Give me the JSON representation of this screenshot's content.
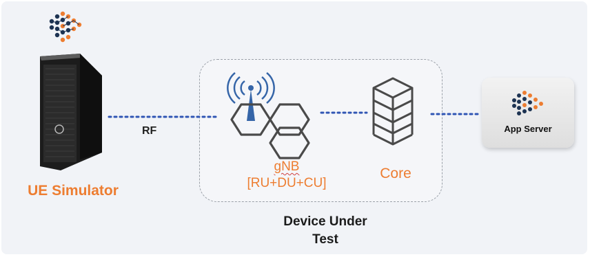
{
  "diagram": {
    "ue_label": "UE Simulator",
    "rf_label": "RF",
    "gnb_label": "gNB",
    "gnb_sub_label": "[RU+DU+CU]",
    "core_label": "Core",
    "dut_label_line1": "Device Under",
    "dut_label_line2": "Test",
    "app_server_label": "App Server"
  },
  "colors": {
    "accent_orange": "#ed7d31",
    "link_blue": "#2f55b4",
    "logo_navy": "#1d3352",
    "icon_gray": "#4a4a4a",
    "antenna_blue": "#3565a8"
  },
  "icons": [
    "logo-icon",
    "tower-pc-icon",
    "antenna-icon",
    "hexagon-network-icon",
    "server-stack-icon"
  ]
}
